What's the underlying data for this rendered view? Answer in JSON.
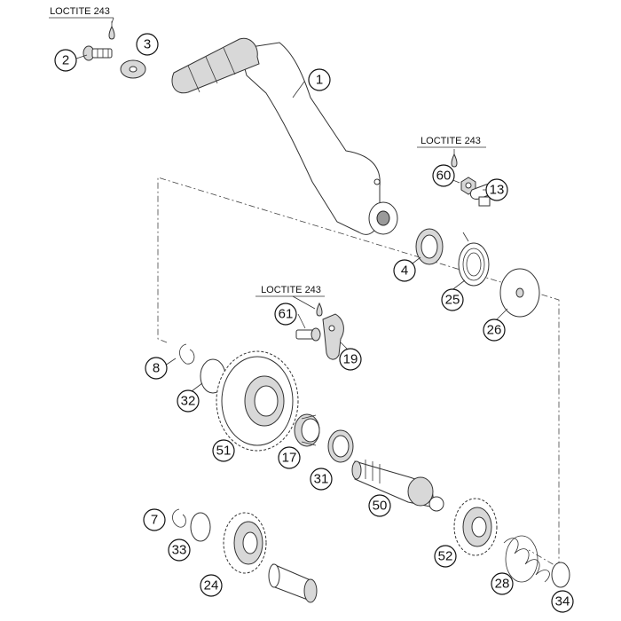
{
  "diagram": {
    "notes": [
      {
        "id": "note-1",
        "text": "LOCTITE 243"
      },
      {
        "id": "note-2",
        "text": "LOCTITE 243"
      },
      {
        "id": "note-3",
        "text": "LOCTITE 243"
      }
    ],
    "callouts": [
      "1",
      "2",
      "3",
      "4",
      "7",
      "8",
      "13",
      "17",
      "19",
      "24",
      "25",
      "26",
      "28",
      "31",
      "32",
      "33",
      "34",
      "50",
      "51",
      "52",
      "60",
      "61"
    ]
  }
}
